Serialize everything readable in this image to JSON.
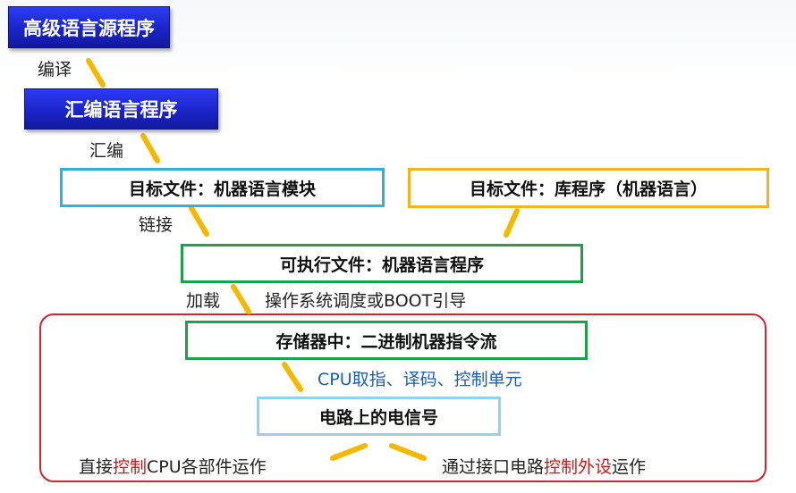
{
  "nodes": {
    "high_level_source": "高级语言源程序",
    "assembly_program": "汇编语言程序",
    "object_module": "目标文件：机器语言模块",
    "object_library": "目标文件：库程序（机器语言）",
    "executable": "可执行文件：机器语言程序",
    "memory_stream": "存储器中：二进制机器指令流",
    "electrical_signal": "电路上的电信号"
  },
  "edges": {
    "compile": "编译",
    "assemble": "汇编",
    "link": "链接",
    "load": "加载",
    "os_boot": "操作系统调度或BOOT引导",
    "cpu_units": "CPU取指、译码、控制单元"
  },
  "outcomes": {
    "left": {
      "pre": "直接",
      "highlight": "控制",
      "post": "CPU各部件运作"
    },
    "right": {
      "pre": "通过接口电路",
      "highlight": "控制外设",
      "post": "运作"
    }
  },
  "colors": {
    "blue_fill": "#1b24c9",
    "cyan_border": "#2fb0e3",
    "orange_border": "#f2b31c",
    "green_border": "#1aa34a",
    "light_blue_border": "#8fd3f3",
    "arrow": "#f5b800",
    "region_border": "#d4242a",
    "highlight_text": "#c8191b",
    "blue_text": "#1b5fb3"
  }
}
